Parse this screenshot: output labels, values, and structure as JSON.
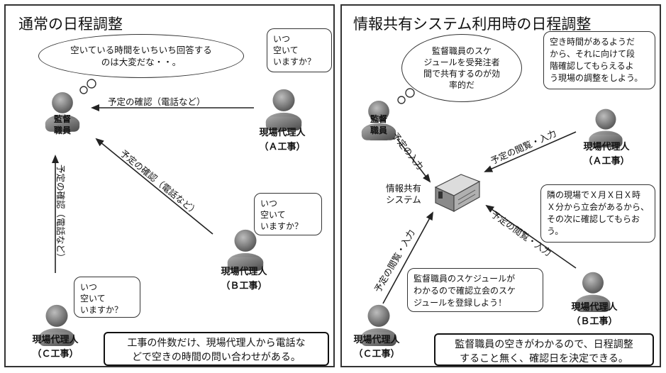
{
  "left": {
    "title": "通常の日程調整",
    "cloud_text": "空いている時間をいちいち回答する\nのは大変だな・・。",
    "supervisor": "監督\n職員",
    "agent_a": "現場代理人\n（Ａ工事）",
    "agent_b": "現場代理人\n（Ｂ工事）",
    "agent_c": "現場代理人\n（Ｃ工事）",
    "bubble_a": "いつ\n空いて\nいますか？",
    "bubble_b": "いつ\n空いて\nいますか？",
    "bubble_c": "いつ\n空いて\nいますか？",
    "arrow_a_label": "予定の確認（電話など）",
    "arrow_b_label": "予定の確認（電話など）",
    "arrow_c_label": "予定の確認（電話など）",
    "note": "工事の件数だけ、現場代理人から電話な\nどで空きの時間の問い合わせがある。"
  },
  "right": {
    "title": "情報共有システム利用時の日程調整",
    "cloud_text": "監督職員のスケ\nジュールを受発注者\n間で共有するのが効\n率的だ",
    "supervisor": "監督\n職員",
    "system_label": "情報共有\nシステム",
    "agent_a": "現場代理人\n（Ａ工事）",
    "agent_b": "現場代理人\n（Ｂ工事）",
    "agent_c": "現場代理人\n（Ｃ工事）",
    "bubble_a": "空き時間があるようだ\nから、それに向けて段\n階確認してもらえるよ\nう現場の調整をしよう。",
    "bubble_b": "隣の現場でＸ月Ｘ日Ｘ時\nＸ分から立会があるから、\nその次に確認してもらお\nう。",
    "bubble_c": "監督職員のスケジュールが\nわかるので確認立会のスケ\nジュールを登録しよう！",
    "arrow_input": "予定の入力",
    "arrow_a_label": "予定の閲覧・入力",
    "arrow_b_label": "予定の閲覧・入力",
    "arrow_c_label": "予定の閲覧・入力",
    "note": "監督職員の空きがわかるので、日程調整\nすること無く、確認日を決定できる。"
  }
}
